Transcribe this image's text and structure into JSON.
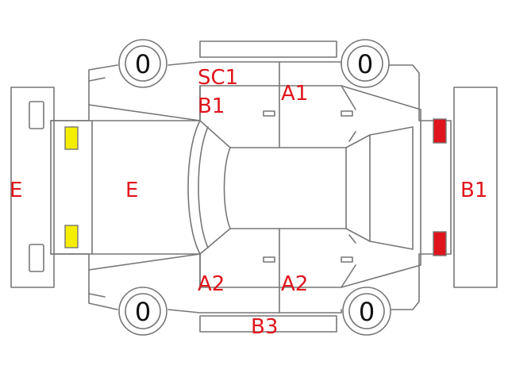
{
  "wheels": {
    "front_left": "0",
    "front_right": "0",
    "rear_left": "0",
    "rear_right": "0"
  },
  "labels": {
    "sc1": "SC1",
    "b1_roof": "B1",
    "a1": "A1",
    "e_bumper": "E",
    "e_hood": "E",
    "b1_rear": "B1",
    "a2_left": "A2",
    "a2_right": "A2",
    "b3": "B3"
  },
  "colors": {
    "label": "#e0141c",
    "headlight": "#f5ee00",
    "taillight": "#e0141c",
    "outline": "#777777"
  }
}
